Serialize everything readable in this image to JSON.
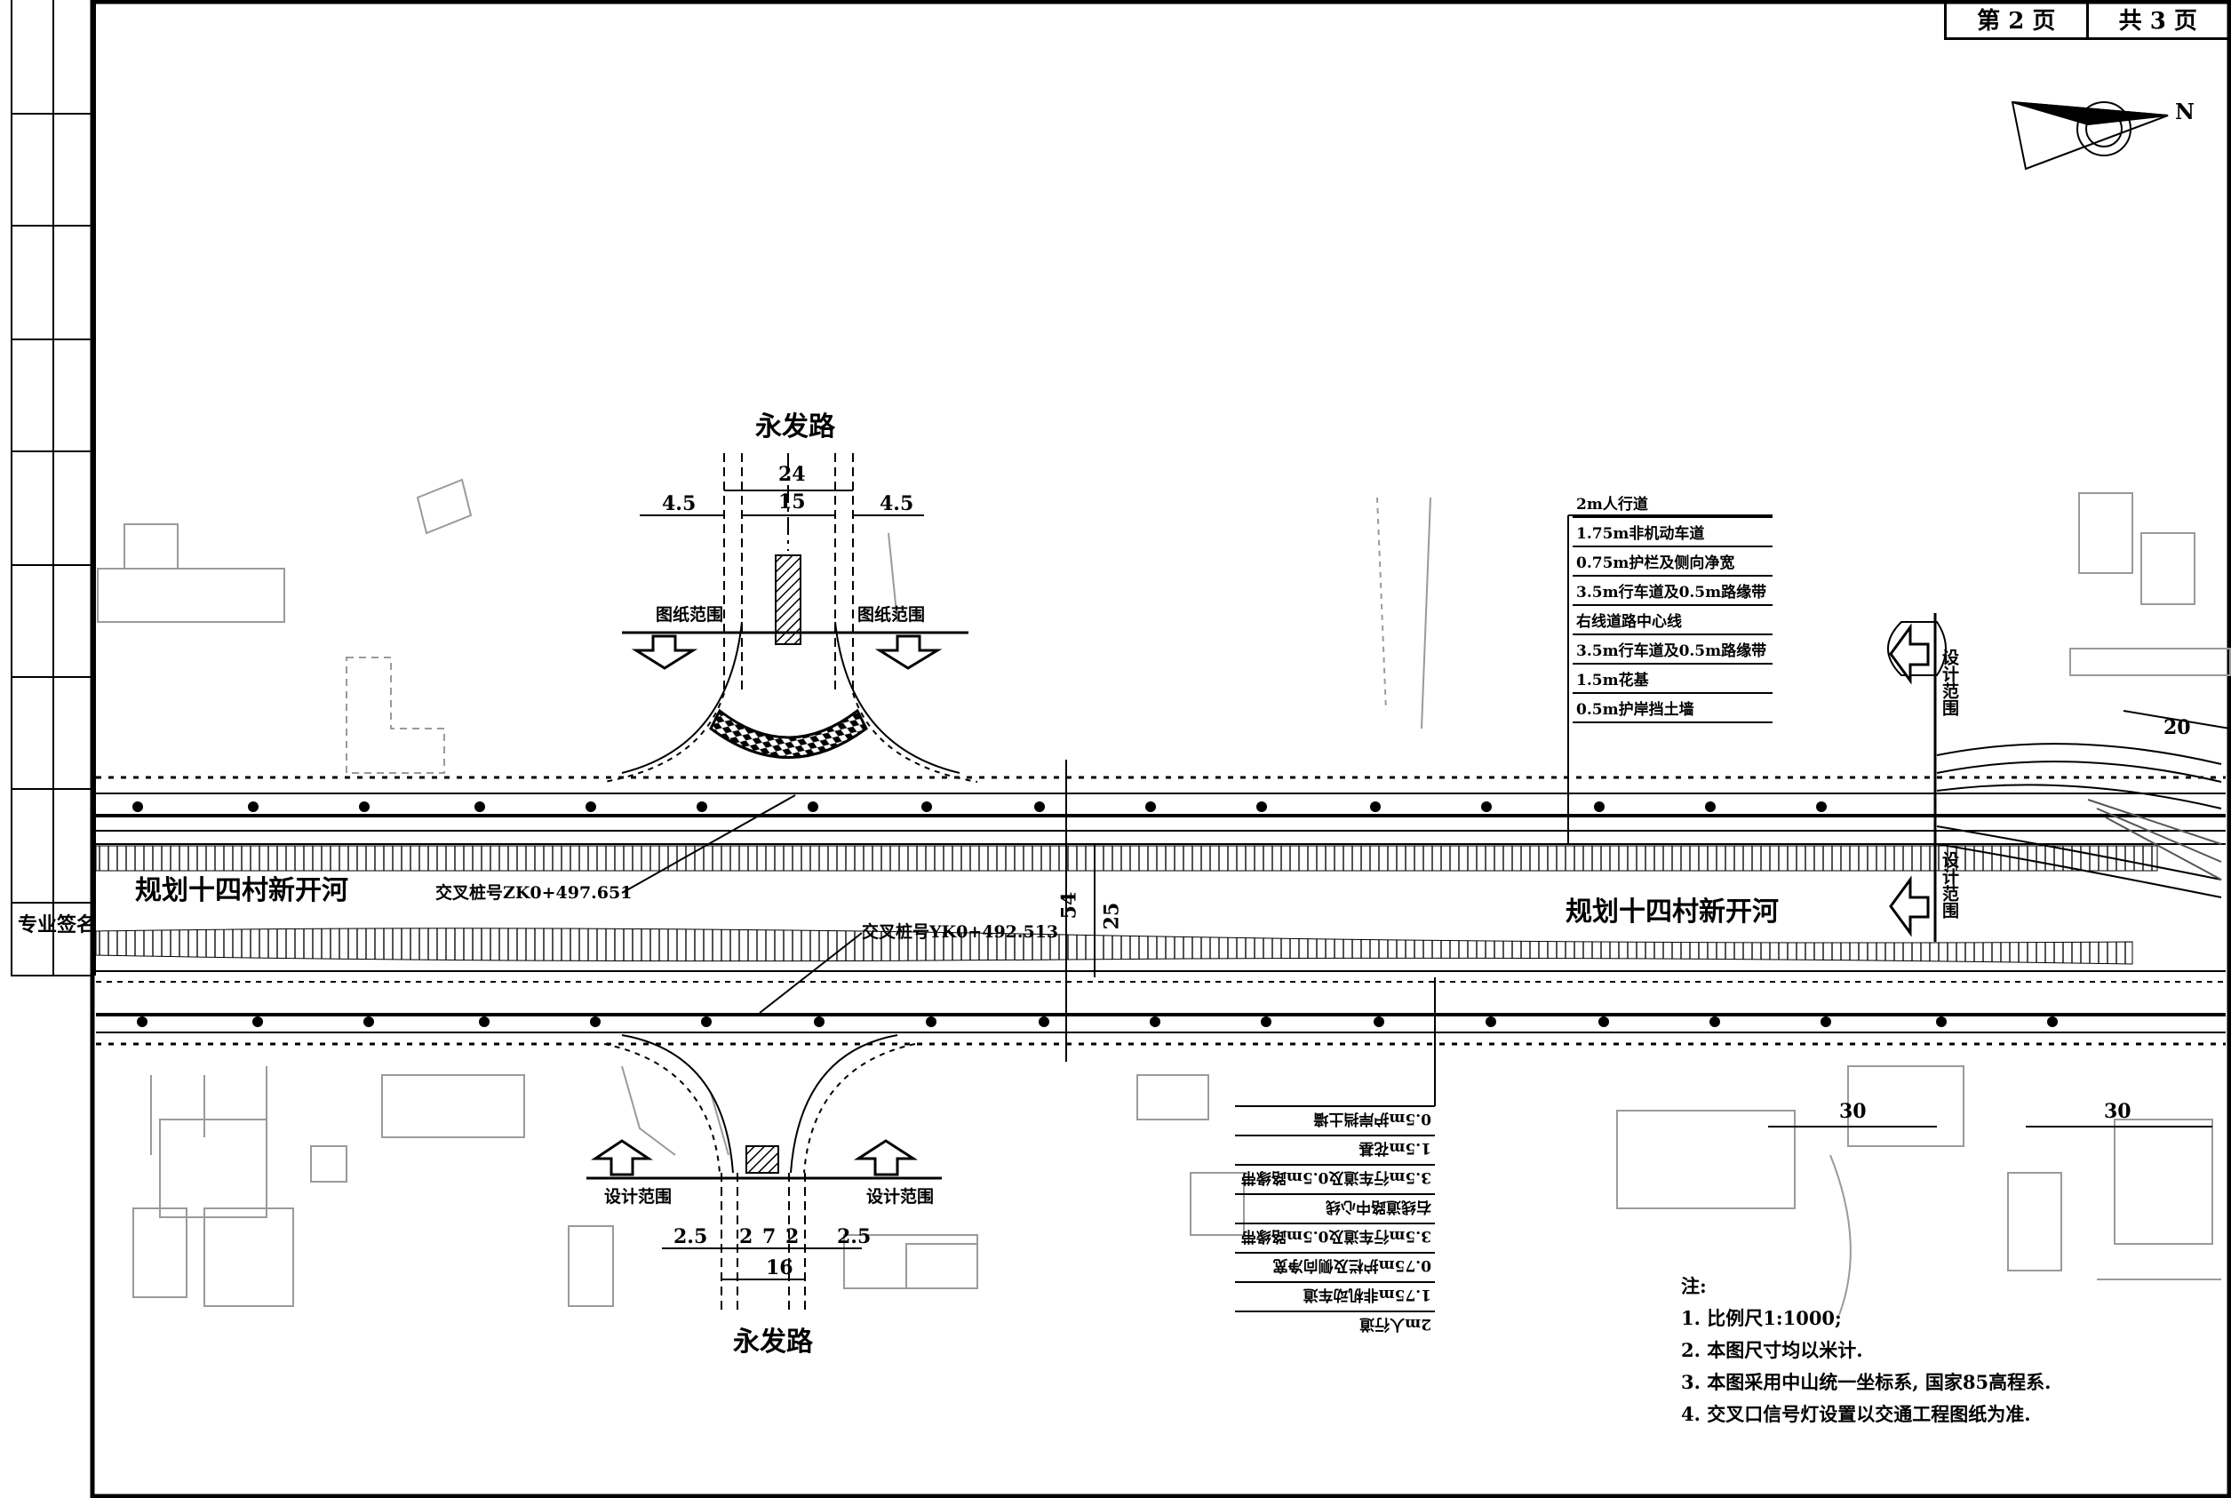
{
  "page_info": {
    "current_page": "第 2 页",
    "total_pages": "共 3 页"
  },
  "side_strip": {
    "label_1": "专业",
    "label_2": "签名"
  },
  "roads": {
    "north_road": "永发路",
    "south_road": "永发路",
    "river_left": "规划十四村新开河",
    "river_right": "规划十四村新开河"
  },
  "dimensions": {
    "north_total": "24",
    "north_carriageway": "15",
    "north_side_left": "4.5",
    "north_side_right": "4.5",
    "south_total": "16",
    "south_parts": [
      "2.5",
      "2",
      "7",
      "2",
      "2.5"
    ],
    "cross_total": "54",
    "river_width": "25",
    "right_dim_1": "30",
    "right_dim_2": "30",
    "right_dim_3": "20"
  },
  "labels": {
    "intersection_zk": "交叉桩号ZK0+497.651",
    "intersection_yk": "交叉桩号YK0+492.513",
    "north_range_left": "图纸范围",
    "north_range_right": "图纸范围",
    "south_range_left": "设计范围",
    "south_range_right": "设计范围",
    "right_range_top": "设计范围",
    "right_range_bottom": "设计范围"
  },
  "cross_section_legend": [
    "2m人行道",
    "1.75m非机动车道",
    "0.75m护栏及侧向净宽",
    "3.5m行车道及0.5m路缘带",
    "右线道路中心线",
    "3.5m行车道及0.5m路缘带",
    "1.5m花基",
    "0.5m护岸挡土墙"
  ],
  "notes": {
    "title": "注:",
    "items": [
      "1. 比例尺1:1000;",
      "2. 本图尺寸均以米计.",
      "3. 本图采用中山统一坐标系, 国家85高程系.",
      "4. 交叉口信号灯设置以交通工程图纸为准."
    ]
  },
  "north_arrow": {
    "label": "N"
  }
}
